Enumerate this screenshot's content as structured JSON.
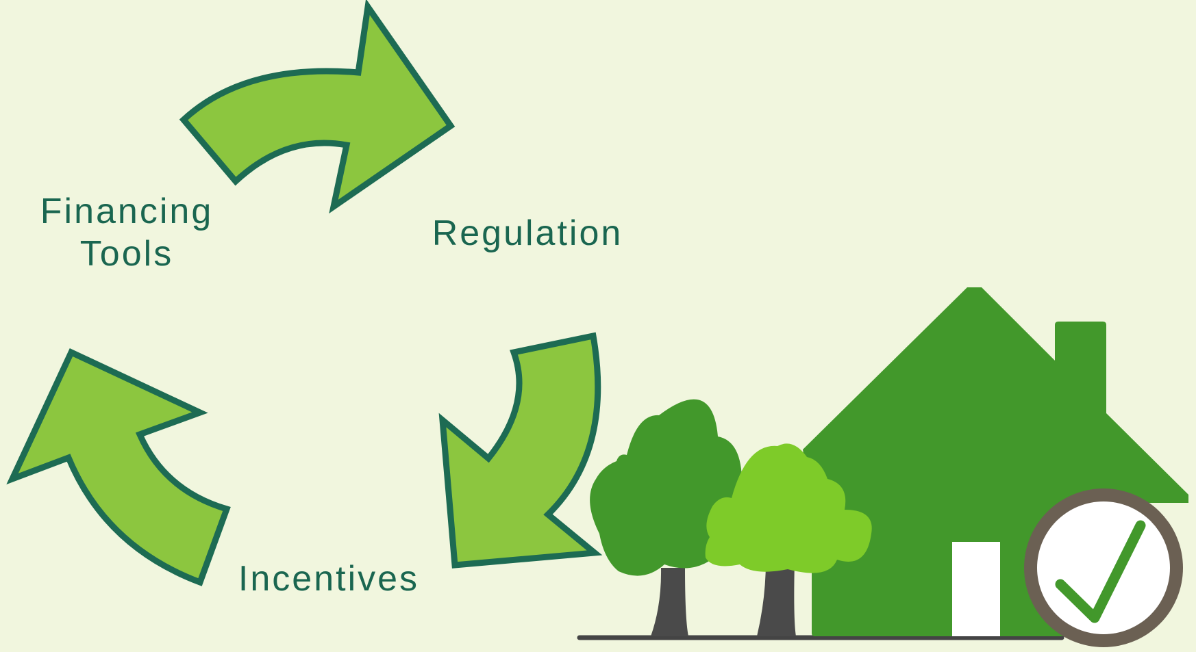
{
  "labels": {
    "financing_line1": "Financing",
    "financing_line2": "Tools",
    "regulation": "Regulation",
    "incentives": "Incentives"
  },
  "colors": {
    "background": "#f1f6de",
    "text": "#1a6650",
    "arrow_fill": "#8cc63f",
    "arrow_stroke": "#1d6b53",
    "house": "#42982b",
    "tree_dark": "#42982b",
    "tree_light": "#7ecb29",
    "trunk": "#4a4a4a",
    "ground": "#444444",
    "badge_ring": "#6b6053",
    "badge_fill": "#ffffff",
    "check": "#42982b"
  },
  "icons": {
    "house": "house-icon",
    "badge": "checkmark-badge-icon",
    "trees": "tree-icon"
  }
}
